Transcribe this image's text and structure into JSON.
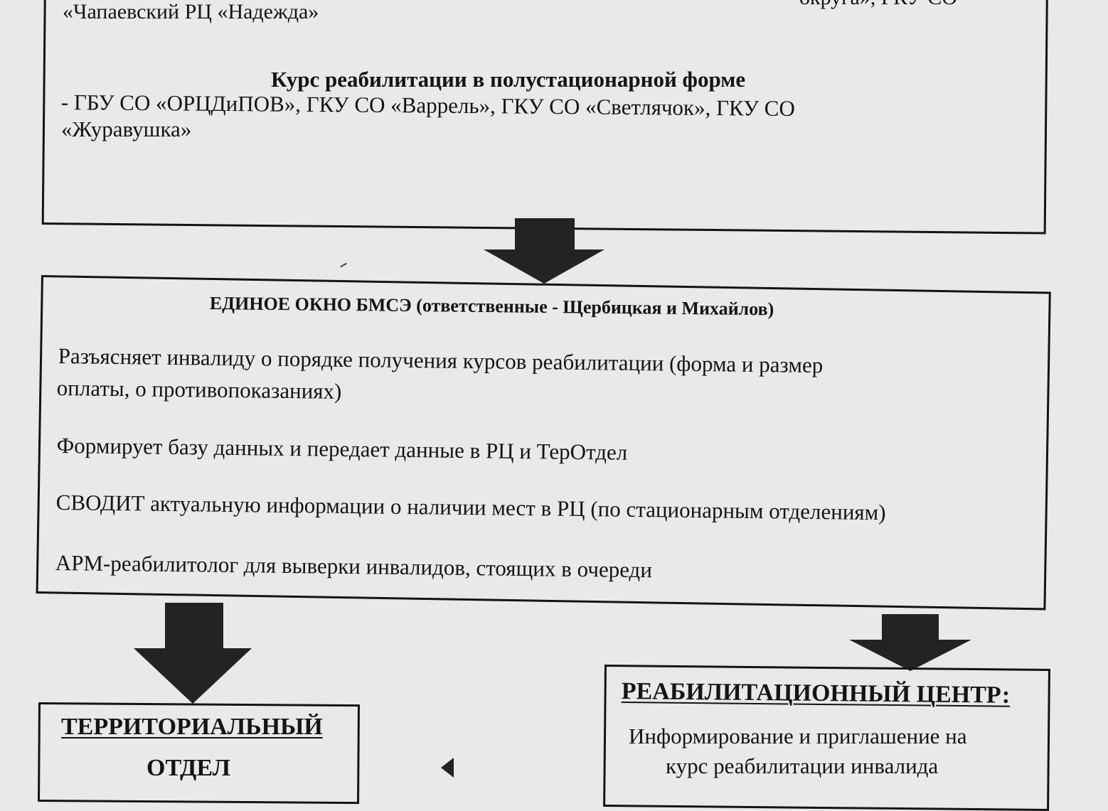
{
  "top_block": {
    "line_cut": "«Чапаевский РЦ «Надежда»",
    "line_cut_right": "округа», ГКУ СО",
    "heading": "Курс реабилитации в полустационарной форме",
    "line1": "- ГБУ СО «ОРЦДиПОВ», ГКУ СО «Варрель», ГКУ СО «Светлячок», ГКУ СО",
    "line2": "«Журавушка»"
  },
  "single_window": {
    "heading": "ЕДИНОЕ ОКНО БМСЭ (ответственные -  Щербицкая и Михайлов)",
    "item1_line1": "Разъясняет  инвалиду  о порядке получения курсов реабилитации (форма и размер",
    "item1_line2": "оплаты, о противопоказаниях)",
    "item2": "Формирует базу данных и передает данные в РЦ и ТерОтдел",
    "item3": "СВОДИТ актуальную информации о наличии мест в РЦ (по стационарным отделениям)",
    "item4": "АРМ-реабилитолог для выверки инвалидов, стоящих в очереди"
  },
  "territorial": {
    "title_line1": "ТЕРРИТОРИАЛЬНЫЙ",
    "title_line2": "ОТДЕЛ"
  },
  "rehab_center": {
    "title": "РЕАБИЛИТАЦИОННЫЙ ЦЕНТР:",
    "text_line1": "Информирование и приглашение на",
    "text_line2": "курс реабилитации инвалида"
  },
  "colors": {
    "paper": "#e9e9ec",
    "ink": "#141414",
    "arrow": "#232323"
  }
}
